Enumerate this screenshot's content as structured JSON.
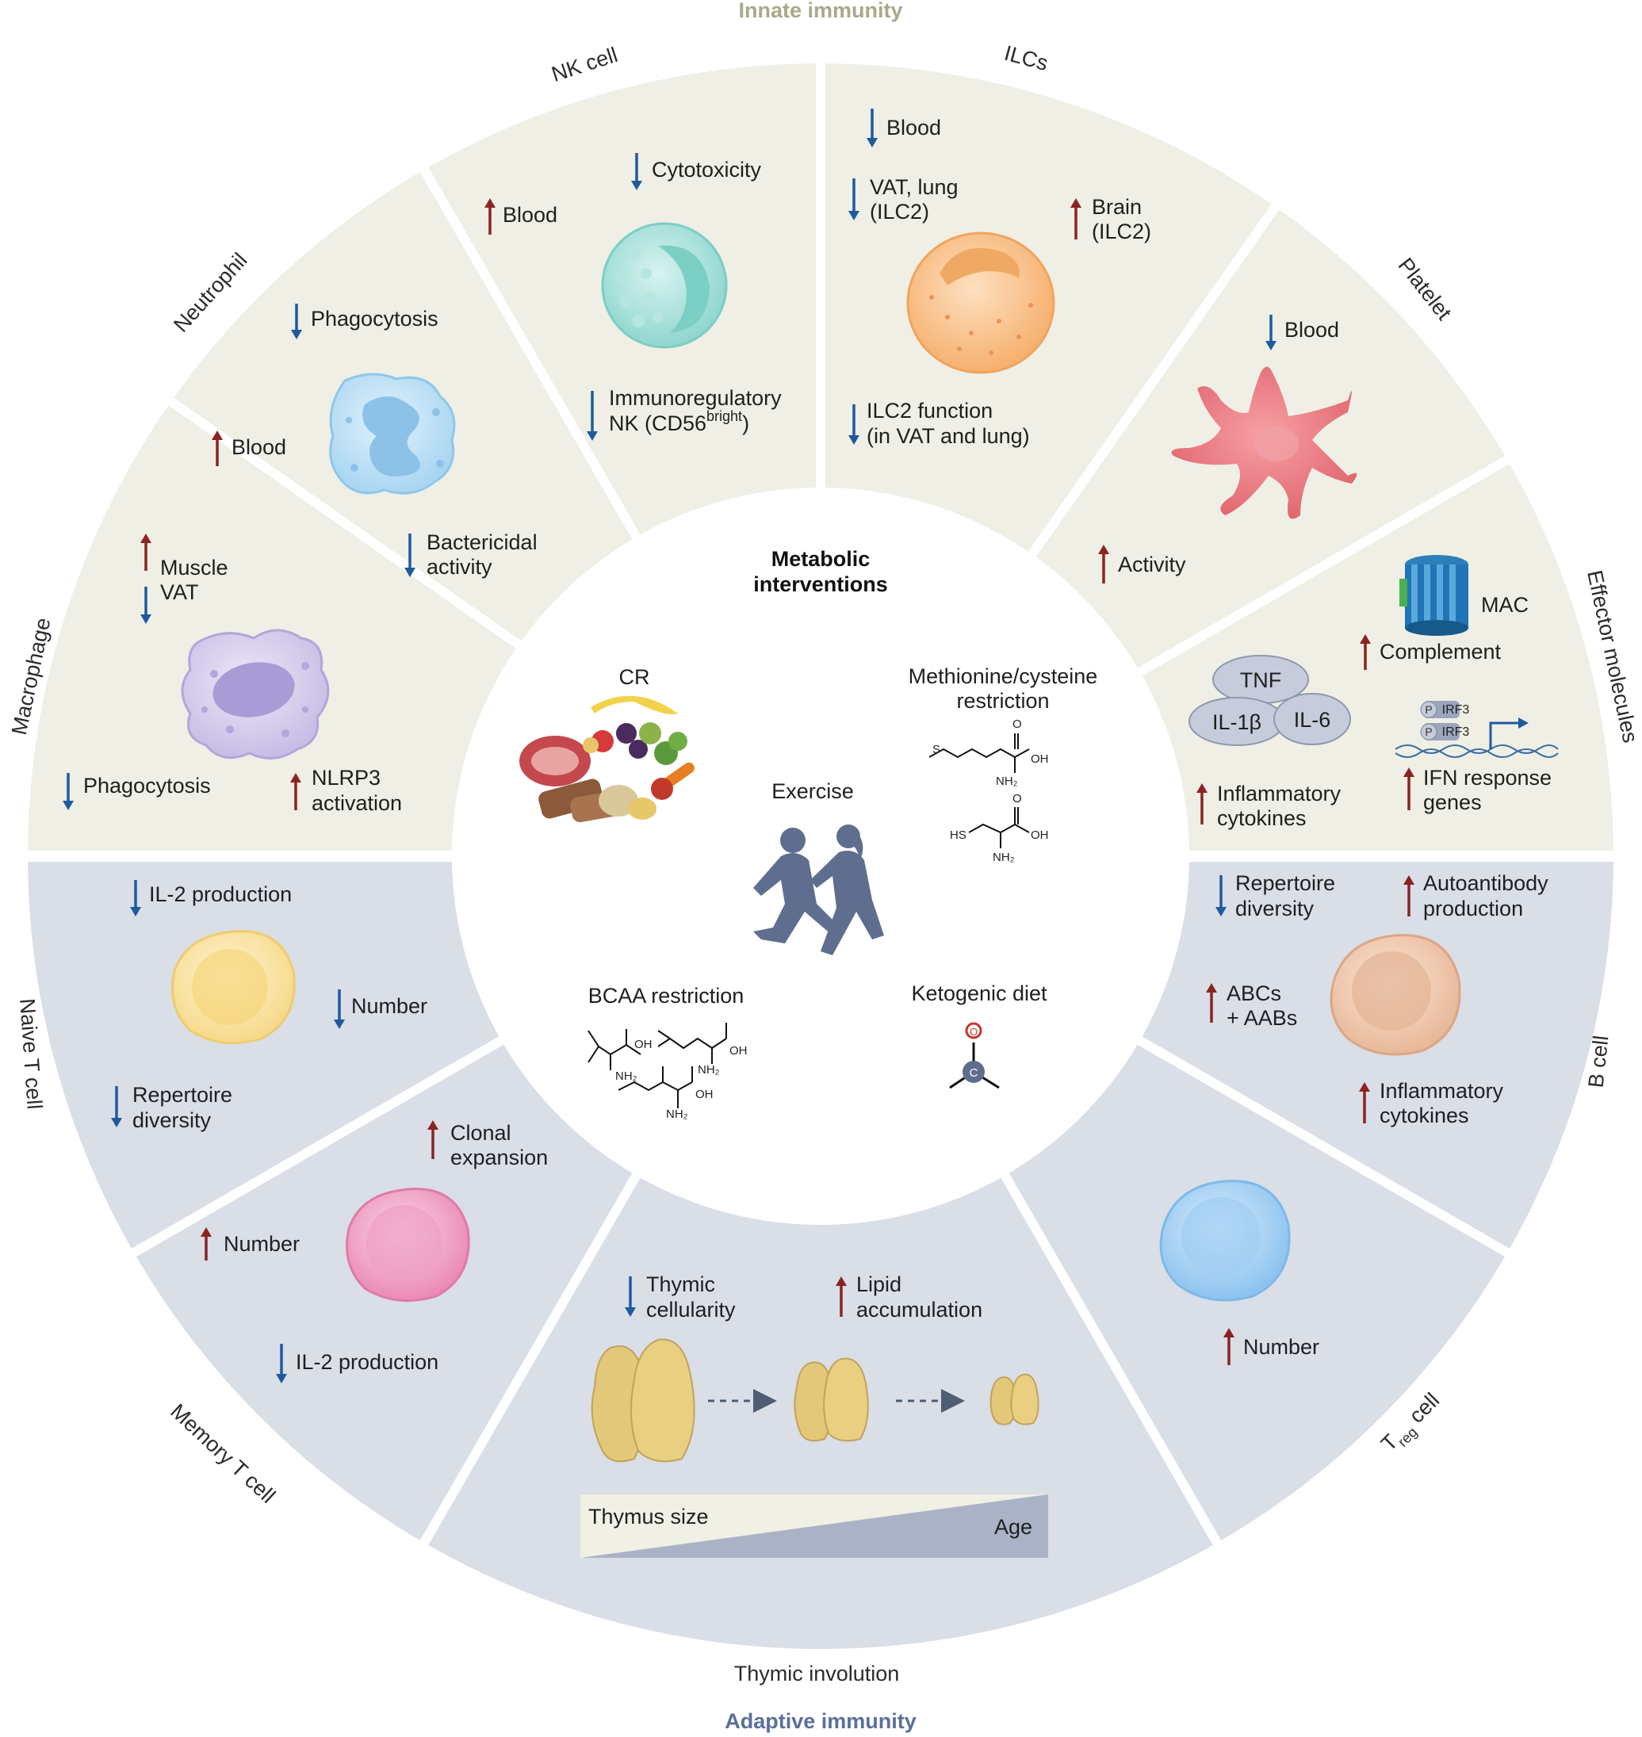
{
  "headers": {
    "top": "Innate immunity",
    "bottom": "Adaptive immunity",
    "top_color": "#a9a98a",
    "bottom_color": "#5b6f9a"
  },
  "center": {
    "title_line1": "Metabolic",
    "title_line2": "interventions",
    "cr": "CR",
    "methionine_line1": "Methionine/cysteine",
    "methionine_line2": "restriction",
    "exercise": "Exercise",
    "bcaa": "BCAA restriction",
    "ketogenic": "Ketogenic diet"
  },
  "chem": {
    "s": "S",
    "hs": "HS",
    "oh": "OH",
    "o": "O",
    "nh2": "NH₂",
    "c": "C"
  },
  "segments": {
    "macrophage": {
      "label": "Macrophage",
      "muscle": "Muscle",
      "vat": "VAT",
      "phagocytosis": "Phagocytosis",
      "nlrp3_1": "NLRP3",
      "nlrp3_2": "activation"
    },
    "neutrophil": {
      "label": "Neutrophil",
      "phagocytosis": "Phagocytosis",
      "blood": "Blood",
      "bactericidal_1": "Bactericidal",
      "bactericidal_2": "activity"
    },
    "nk": {
      "label": "NK cell",
      "cytotoxicity": "Cytotoxicity",
      "blood": "Blood",
      "immuno_1": "Immunoregulatory",
      "immuno_2": "NK (CD56",
      "immuno_sup": "bright",
      "immuno_end": ")"
    },
    "ilcs": {
      "label": "ILCs",
      "blood": "Blood",
      "vat_1": "VAT, lung",
      "vat_2": "(ILC2)",
      "brain_1": "Brain",
      "brain_2": "(ILC2)",
      "func_1": "ILC2 function",
      "func_2": "(in VAT and lung)"
    },
    "platelet": {
      "label": "Platelet",
      "blood": "Blood",
      "activity": "Activity"
    },
    "effector": {
      "label": "Effector molecules",
      "mac": "MAC",
      "complement": "Complement",
      "tnf": "TNF",
      "il1b": "IL-1β",
      "il6": "IL-6",
      "p": "P",
      "irf3": "IRF3",
      "inflam_1": "Inflammatory",
      "inflam_2": "cytokines",
      "ifn_1": "IFN response",
      "ifn_2": "genes"
    },
    "naive": {
      "label": "Naive T cell",
      "il2": "IL-2 production",
      "number": "Number",
      "rep_1": "Repertoire",
      "rep_2": "diversity"
    },
    "memory": {
      "label": "Memory T cell",
      "clonal_1": "Clonal",
      "clonal_2": "expansion",
      "number": "Number",
      "il2": "IL-2 production"
    },
    "thymic": {
      "label": "Thymic involution",
      "cell_1": "Thymic",
      "cell_2": "cellularity",
      "lipid_1": "Lipid",
      "lipid_2": "accumulation",
      "size": "Thymus size",
      "age": "Age"
    },
    "treg": {
      "label_t": "T",
      "label_sub": "reg",
      "label_rest": " cell",
      "number": "Number"
    },
    "bcell": {
      "label": "B cell",
      "rep_1": "Repertoire",
      "rep_2": "diversity",
      "auto_1": "Autoantibody",
      "auto_2": "production",
      "abc_1": "ABCs",
      "abc_2": "+ AABs",
      "inflam_1": "Inflammatory",
      "inflam_2": "cytokines"
    }
  },
  "colors": {
    "innate_bg": "#efefe5",
    "adaptive_bg": "#d9dee7",
    "up_arrow": "#8b2323",
    "down_arrow": "#1f5a9e"
  }
}
